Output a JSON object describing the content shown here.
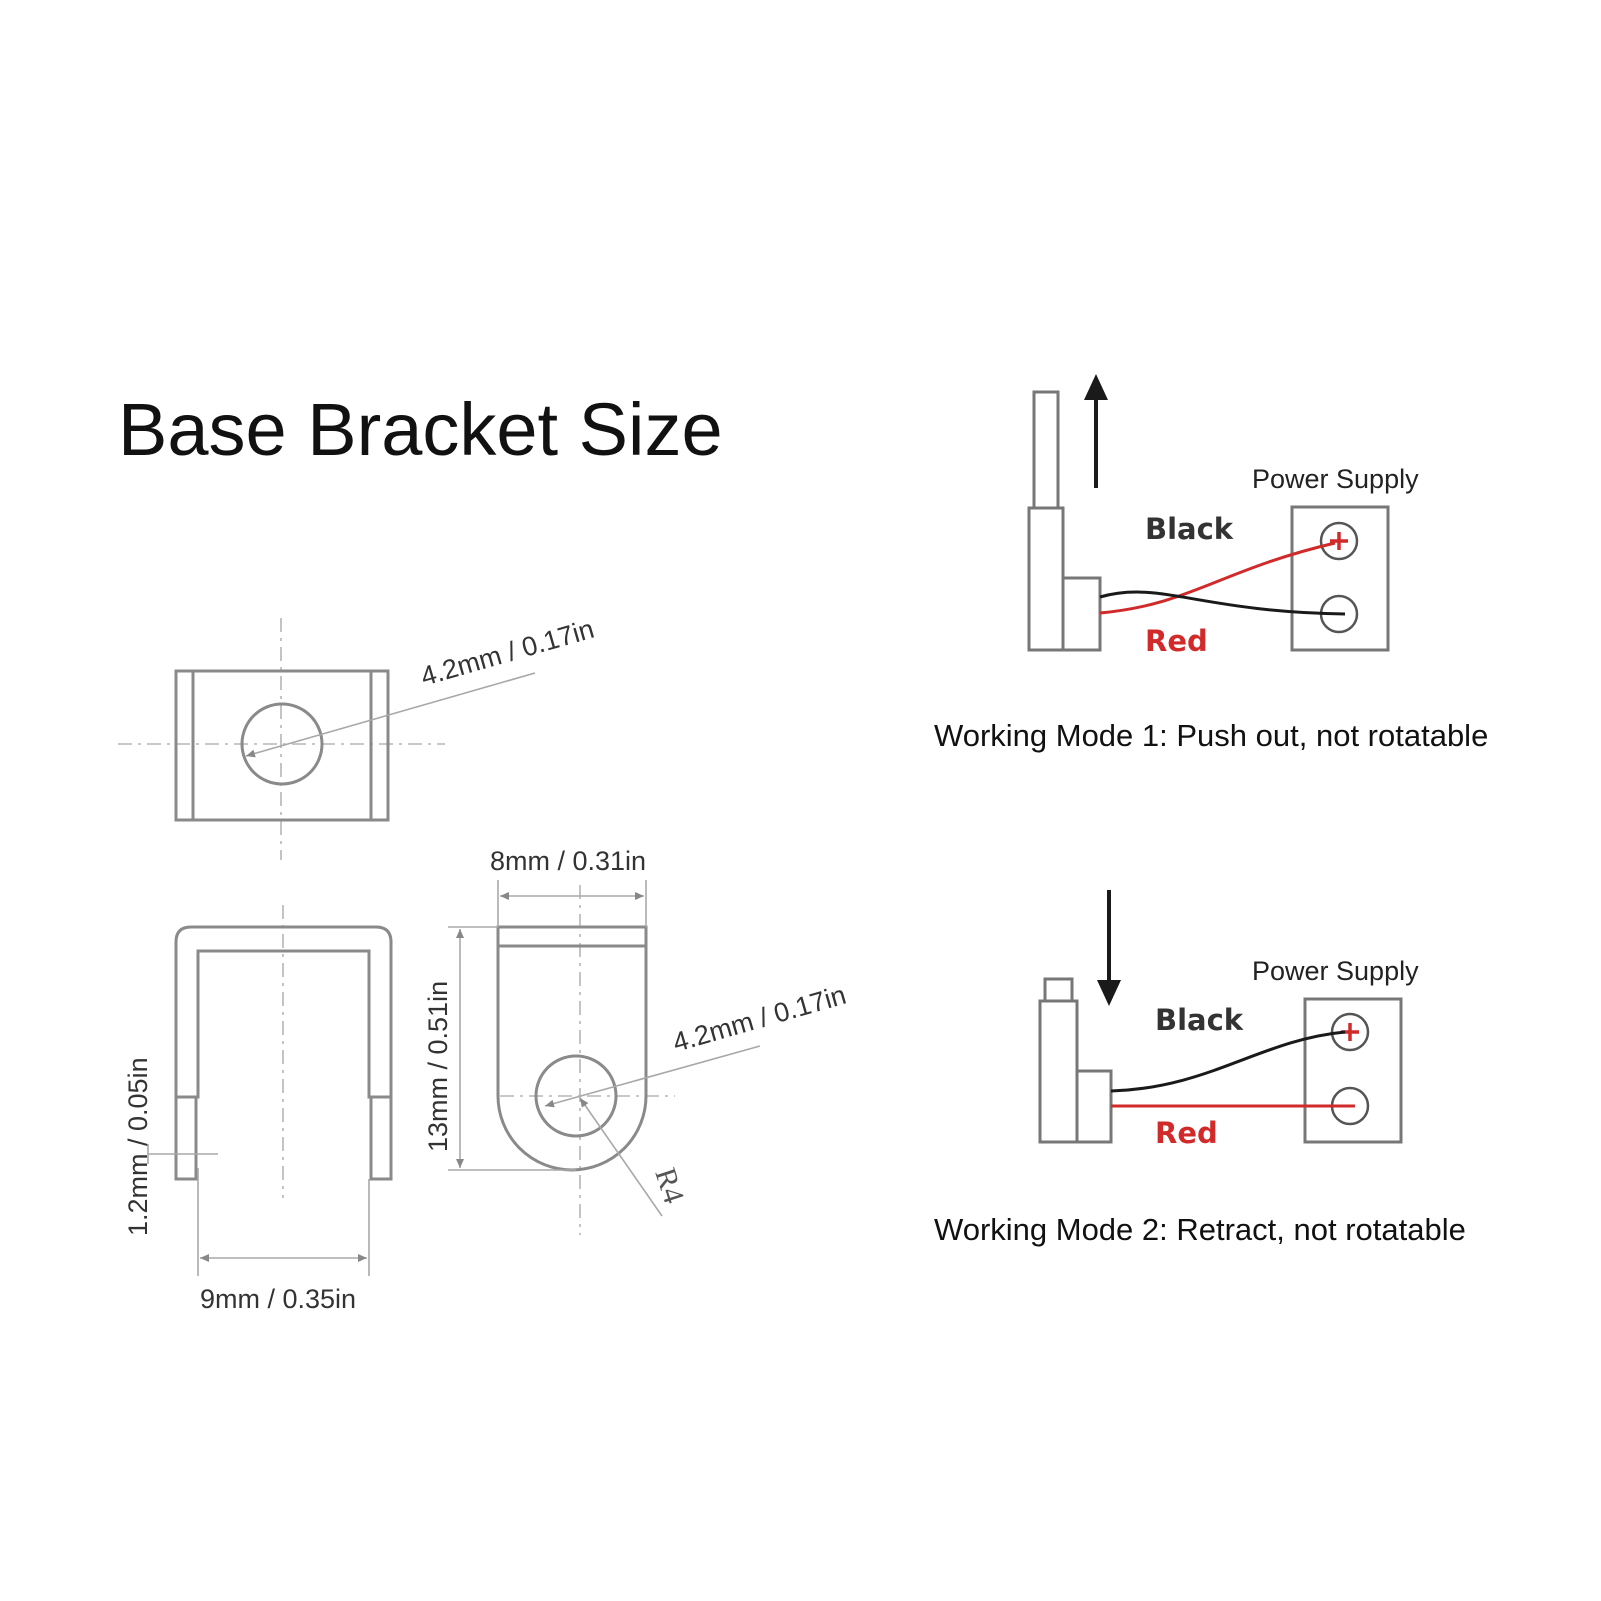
{
  "title": "Base Bracket Size",
  "dimensions": {
    "top_hole": "4.2mm / 0.17in",
    "side_width": "8mm / 0.31in",
    "side_height": "13mm / 0.51in",
    "side_hole": "4.2mm / 0.17in",
    "radius": "R4",
    "thickness": "1.2mm / 0.05in",
    "front_width": "9mm / 0.35in"
  },
  "mode1": {
    "power_label": "Power Supply",
    "black_label": "Black",
    "red_label": "Red",
    "caption": "Working Mode 1: Push out, not rotatable",
    "arrow_direction": "up"
  },
  "mode2": {
    "power_label": "Power Supply",
    "black_label": "Black",
    "red_label": "Red",
    "caption": "Working Mode 2: Retract, not rotatable",
    "arrow_direction": "down"
  },
  "colors": {
    "red_wire": "#d12a2a",
    "black_wire": "#1a1a1a",
    "line_gray": "#8a8a8a"
  }
}
